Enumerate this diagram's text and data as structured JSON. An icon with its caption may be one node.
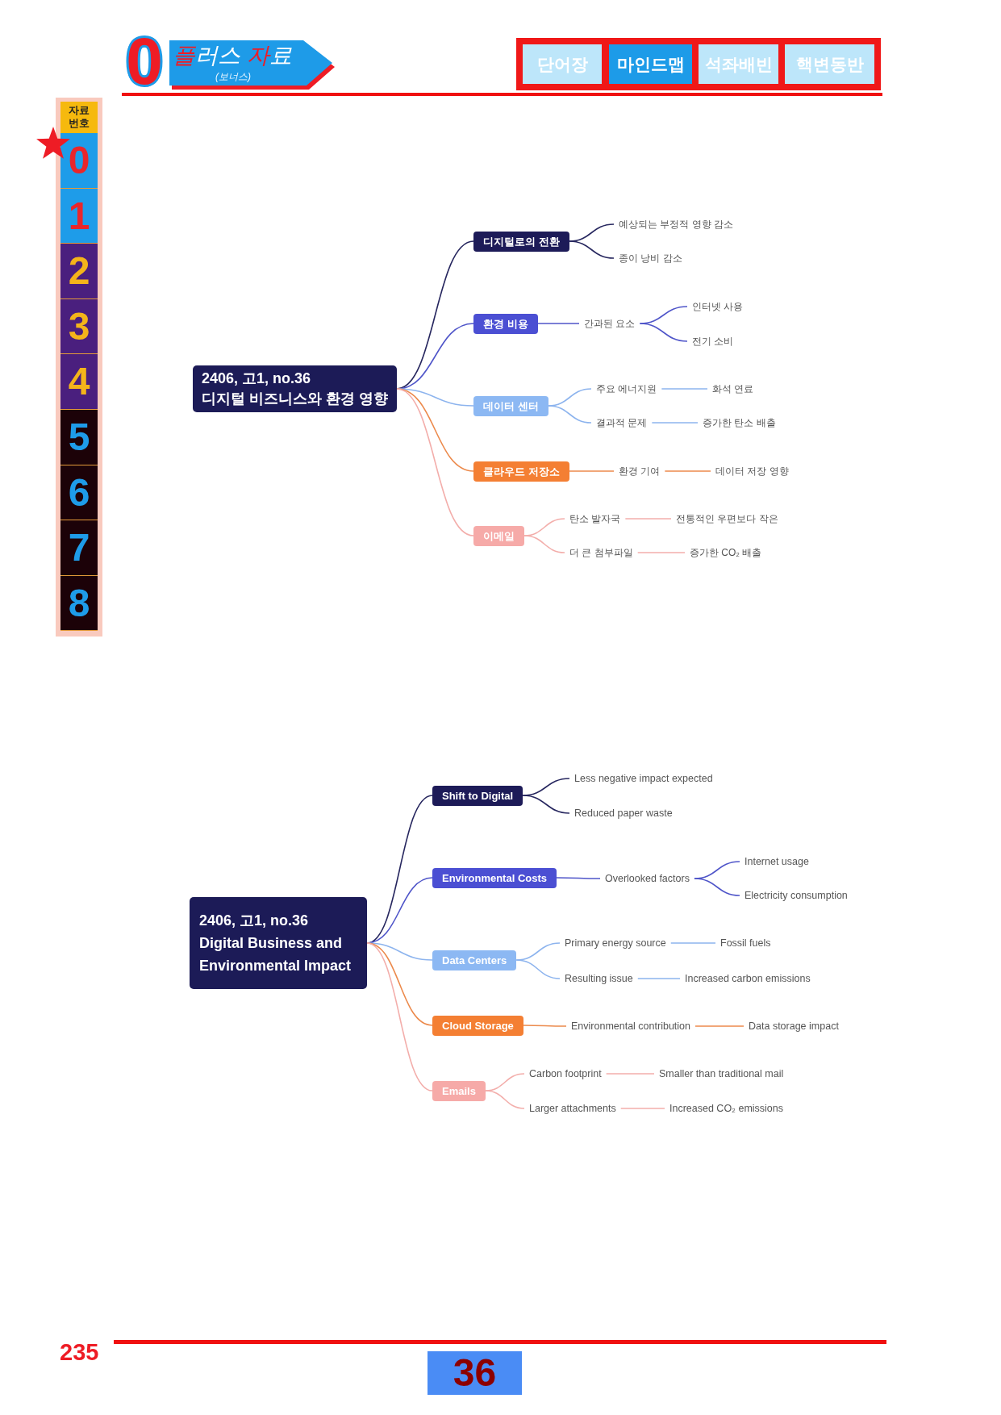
{
  "diagram": {
    "nodes": [
      {
        "text": [
          "2406, 고1, no.36",
          "디지털 비즈니스와 환경 영향"
        ]
      },
      {
        "text": [
          "디지털로의 전환"
        ]
      },
      {
        "text": [
          "예상되는 부정적 영향 감소"
        ]
      },
      {
        "text": [
          "종이 낭비 감소"
        ]
      },
      {
        "text": [
          "환경 비용"
        ]
      },
      {
        "text": [
          "간과된 요소"
        ]
      },
      {
        "text": [
          "인터넷 사용"
        ]
      },
      {
        "text": [
          "전기 소비"
        ]
      },
      {
        "text": [
          "데이터 센터"
        ]
      },
      {
        "text": [
          "주요 에너지원"
        ]
      },
      {
        "text": [
          "화석 연료"
        ]
      },
      {
        "text": [
          "결과적 문제"
        ]
      },
      {
        "text": [
          "증가한 탄소 배출"
        ]
      },
      {
        "text": [
          "클라우드 저장소"
        ]
      },
      {
        "text": [
          "환경 기여"
        ]
      },
      {
        "text": [
          "데이터 저장 영향"
        ]
      },
      {
        "text": [
          "이메일"
        ]
      },
      {
        "text": [
          "탄소 발자국"
        ]
      },
      {
        "text": [
          "전통적인 우편보다 작은"
        ]
      },
      {
        "text": [
          "더 큰 첨부파일"
        ]
      },
      {
        "text": [
          "증가한 CO₂ 배출"
        ]
      },
      {
        "text": [
          "2406, 고1, no.36",
          "Digital Business and Environmental Impact"
        ]
      },
      {
        "text": [
          "Shift to Digital"
        ]
      },
      {
        "text": [
          "Less negative impact expected"
        ]
      },
      {
        "text": [
          "Reduced paper waste"
        ]
      },
      {
        "text": [
          "Environmental Costs"
        ]
      },
      {
        "text": [
          "Overlooked factors"
        ]
      },
      {
        "text": [
          "Internet usage"
        ]
      },
      {
        "text": [
          "Electricity consumption"
        ]
      },
      {
        "text": [
          "Data Centers"
        ]
      },
      {
        "text": [
          "Primary energy source"
        ]
      },
      {
        "text": [
          "Fossil fuels"
        ]
      },
      {
        "text": [
          "Resulting issue"
        ]
      },
      {
        "text": [
          "Increased carbon emissions"
        ]
      },
      {
        "text": [
          "Cloud Storage"
        ]
      },
      {
        "text": [
          "Environmental contribution"
        ]
      },
      {
        "text": [
          "Data storage impact"
        ]
      },
      {
        "text": [
          "Emails"
        ]
      },
      {
        "text": [
          "Carbon footprint"
        ]
      },
      {
        "text": [
          "Smaller than traditional mail"
        ]
      },
      {
        "text": [
          "Larger attachments"
        ]
      },
      {
        "text": [
          "Increased CO₂ emissions"
        ]
      }
    ],
    "edges": [
      {
        "from": 0,
        "to": 1,
        "arrow": "none",
        "color": "#27275f"
      },
      {
        "from": 1,
        "to": 2,
        "arrow": "none",
        "color": "#27275f"
      },
      {
        "from": 1,
        "to": 3,
        "arrow": "none",
        "color": "#27275f"
      },
      {
        "from": 0,
        "to": 4,
        "arrow": "none",
        "color": "#4f55c9"
      },
      {
        "from": 4,
        "to": 5,
        "arrow": "none",
        "color": "#4f55c9"
      },
      {
        "from": 5,
        "to": 6,
        "arrow": "none",
        "color": "#4f55c9"
      },
      {
        "from": 5,
        "to": 7,
        "arrow": "none",
        "color": "#4f55c9"
      },
      {
        "from": 0,
        "to": 8,
        "arrow": "none",
        "color": "#8db4ee"
      },
      {
        "from": 8,
        "to": 9,
        "arrow": "none",
        "color": "#8db4ee"
      },
      {
        "from": 9,
        "to": 10,
        "arrow": "none",
        "color": "#8db4ee"
      },
      {
        "from": 8,
        "to": 11,
        "arrow": "none",
        "color": "#8db4ee"
      },
      {
        "from": 11,
        "to": 12,
        "arrow": "none",
        "color": "#8db4ee"
      },
      {
        "from": 0,
        "to": 13,
        "arrow": "none",
        "color": "#ec8a4c"
      },
      {
        "from": 13,
        "to": 14,
        "arrow": "none",
        "color": "#ec8a4c"
      },
      {
        "from": 14,
        "to": 15,
        "arrow": "none",
        "color": "#ec8a4c"
      },
      {
        "from": 0,
        "to": 16,
        "arrow": "none",
        "color": "#f3aeab"
      },
      {
        "from": 16,
        "to": 17,
        "arrow": "none",
        "color": "#f3aeab"
      },
      {
        "from": 17,
        "to": 18,
        "arrow": "none",
        "color": "#f3aeab"
      },
      {
        "from": 16,
        "to": 19,
        "arrow": "none",
        "color": "#f3aeab"
      },
      {
        "from": 19,
        "to": 20,
        "arrow": "none",
        "color": "#f3aeab"
      },
      {
        "from": 21,
        "to": 22,
        "arrow": "none",
        "color": "#27275f"
      },
      {
        "from": 22,
        "to": 23,
        "arrow": "none",
        "color": "#27275f"
      },
      {
        "from": 22,
        "to": 24,
        "arrow": "none",
        "color": "#27275f"
      },
      {
        "from": 21,
        "to": 25,
        "arrow": "none",
        "color": "#4f55c9"
      },
      {
        "from": 25,
        "to": 26,
        "arrow": "none",
        "color": "#4f55c9"
      },
      {
        "from": 26,
        "to": 27,
        "arrow": "none",
        "color": "#4f55c9"
      },
      {
        "from": 26,
        "to": 28,
        "arrow": "none",
        "color": "#4f55c9"
      },
      {
        "from": 21,
        "to": 29,
        "arrow": "none",
        "color": "#8db4ee"
      },
      {
        "from": 29,
        "to": 30,
        "arrow": "none",
        "color": "#8db4ee"
      },
      {
        "from": 30,
        "to": 31,
        "arrow": "none",
        "color": "#8db4ee"
      },
      {
        "from": 29,
        "to": 32,
        "arrow": "none",
        "color": "#8db4ee"
      },
      {
        "from": 32,
        "to": 33,
        "arrow": "none",
        "color": "#8db4ee"
      },
      {
        "from": 21,
        "to": 34,
        "arrow": "none",
        "color": "#ec8a4c"
      },
      {
        "from": 34,
        "to": 35,
        "arrow": "none",
        "color": "#ec8a4c"
      },
      {
        "from": 35,
        "to": 36,
        "arrow": "none",
        "color": "#ec8a4c"
      },
      {
        "from": 21,
        "to": 37,
        "arrow": "none",
        "color": "#f3aeab"
      },
      {
        "from": 37,
        "to": 38,
        "arrow": "none",
        "color": "#f3aeab"
      },
      {
        "from": 38,
        "to": 39,
        "arrow": "none",
        "color": "#f3aeab"
      },
      {
        "from": 37,
        "to": 40,
        "arrow": "none",
        "color": "#f3aeab"
      },
      {
        "from": 40,
        "to": 41,
        "arrow": "none",
        "color": "#f3aeab"
      }
    ],
    "labels": [
      "0",
      "플러스 자료",
      "(보너스)",
      "단어장",
      "마인드맵",
      "석좌배빈",
      "핵변동반",
      "자료 번호",
      "0",
      "1",
      "2",
      "3",
      "4",
      "5",
      "6",
      "7",
      "8",
      "235",
      "36"
    ]
  }
}
